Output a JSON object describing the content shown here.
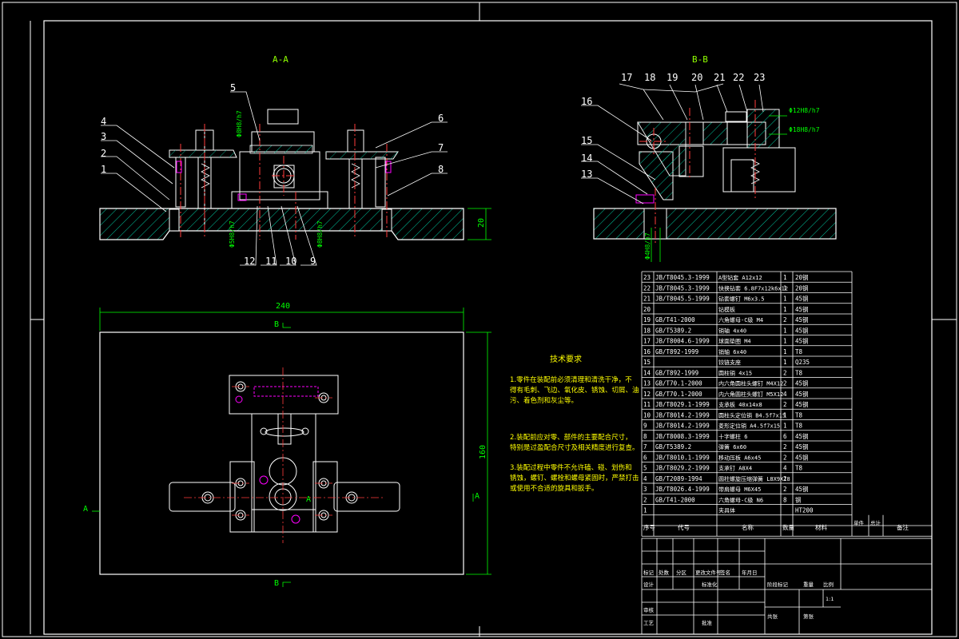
{
  "views": {
    "aa": {
      "title": "A-A",
      "callouts": [
        "1",
        "2",
        "3",
        "4",
        "5",
        "6",
        "7",
        "8",
        "9",
        "10",
        "11",
        "12"
      ],
      "dim_height": "20",
      "fits": [
        "Φ8H8/h7",
        "Φ5H8/h7",
        "Φ8H8/h7"
      ]
    },
    "bb": {
      "title": "B-B",
      "callouts": [
        "13",
        "14",
        "15",
        "16",
        "17",
        "18",
        "19",
        "20",
        "21",
        "22",
        "23"
      ],
      "fits": [
        "Φ12H8/h7",
        "Φ18H8/h7",
        "Φ4H8/h7"
      ]
    }
  },
  "plan": {
    "dim_width": "240",
    "dim_height": "160",
    "section_marks": [
      "A",
      "A",
      "B",
      "B",
      "A"
    ]
  },
  "tech_req": {
    "title": "技术要求",
    "items": [
      "1.零件在装配前必须清理和清洗干净，不得有毛刺、飞边、氧化皮、锈蚀、切屑、油污、着色剂和灰尘等。",
      "2.装配前应对零、部件的主要配合尺寸，特别是过盈配合尺寸及相关精度进行复查。",
      "3.装配过程中零件不允许磕、碰、划伤和锈蚀，螺钉、螺栓和螺母紧固时，严禁打击或使用不合适的旋具和扳手。"
    ]
  },
  "bom": {
    "header": [
      "序号",
      "代号",
      "名称",
      "数量",
      "材料",
      "单件",
      "总计",
      "备注"
    ],
    "rows": [
      [
        "23",
        "JB/T8045.3-1999",
        "A型钻套 A12x12",
        "1",
        "20钢"
      ],
      [
        "22",
        "JB/T8045.3-1999",
        "快换钻套 6.8F7x12k6x12",
        "1",
        "20钢"
      ],
      [
        "21",
        "JB/T8045.5-1999",
        "钻套螺钉 M6x3.5",
        "1",
        "45钢"
      ],
      [
        "20",
        "",
        "钻模板",
        "1",
        "45钢"
      ],
      [
        "19",
        "GB/T41-2000",
        "六角螺母-C级 M4",
        "2",
        "45钢"
      ],
      [
        "18",
        "GB/T5389.2",
        "销轴 4x40",
        "1",
        "45钢"
      ],
      [
        "17",
        "JB/T8004.6-1999",
        "球面垫圈 M4",
        "1",
        "45钢"
      ],
      [
        "16",
        "GB/T892-1999",
        "销轴 6x40",
        "1",
        "T8"
      ],
      [
        "15",
        "",
        "铰链支座",
        "1",
        "Q235"
      ],
      [
        "14",
        "GB/T892-1999",
        "圆柱销 4x15",
        "2",
        "T8"
      ],
      [
        "13",
        "GB/T70.1-2000",
        "内六角圆柱头螺钉 M4X12",
        "2",
        "45钢"
      ],
      [
        "12",
        "GB/T70.1-2000",
        "内六角圆柱头螺钉 M5X12",
        "4",
        "45钢"
      ],
      [
        "11",
        "JB/T8029.1-1999",
        "支承板 40x14x8",
        "2",
        "45钢"
      ],
      [
        "10",
        "JB/T8014.2-1999",
        "圆柱头定位销 B4.5f7x15",
        "1",
        "T8"
      ],
      [
        "9",
        "JB/T8014.2-1999",
        "菱形定位销 A4.5f7x15",
        "1",
        "T8"
      ],
      [
        "8",
        "JB/T8008.3-1999",
        "十字螺柱 6",
        "6",
        "45钢"
      ],
      [
        "7",
        "GB/T5389.2",
        "弹簧 6x60",
        "2",
        "45钢"
      ],
      [
        "6",
        "JB/T8010.1-1999",
        "移动压板 A6x45",
        "2",
        "45钢"
      ],
      [
        "5",
        "JB/T8029.2-1999",
        "支承钉 A8X4",
        "4",
        "T8"
      ],
      [
        "4",
        "GB/T2089-1994",
        "圆柱螺旋压缩弹簧 L8X9X18",
        "2",
        ""
      ],
      [
        "3",
        "JB/T8026.4-1999",
        "带肩螺母 M6X45",
        "2",
        "45钢"
      ],
      [
        "2",
        "GB/T41-2000",
        "六角螺母-C级 N6",
        "8",
        "钢"
      ],
      [
        "1",
        "",
        "夹具体",
        "",
        "HT200"
      ]
    ]
  },
  "title_block": {
    "labels": [
      "标记",
      "处数",
      "分区",
      "更改文件号",
      "签名",
      "年月日",
      "设计",
      "标准化",
      "阶段标记",
      "重量",
      "比例",
      "审核",
      "工艺",
      "批准",
      "共张",
      "第张"
    ],
    "scale": "1:1"
  },
  "colors": {
    "background": "#000000",
    "outline": "#ffffff",
    "dimension": "#00ff00",
    "center_line": "#ff3b3b",
    "section_text": "#8fff00",
    "hatch": "#00c8a0",
    "hidden_part": "#ff00ff"
  }
}
